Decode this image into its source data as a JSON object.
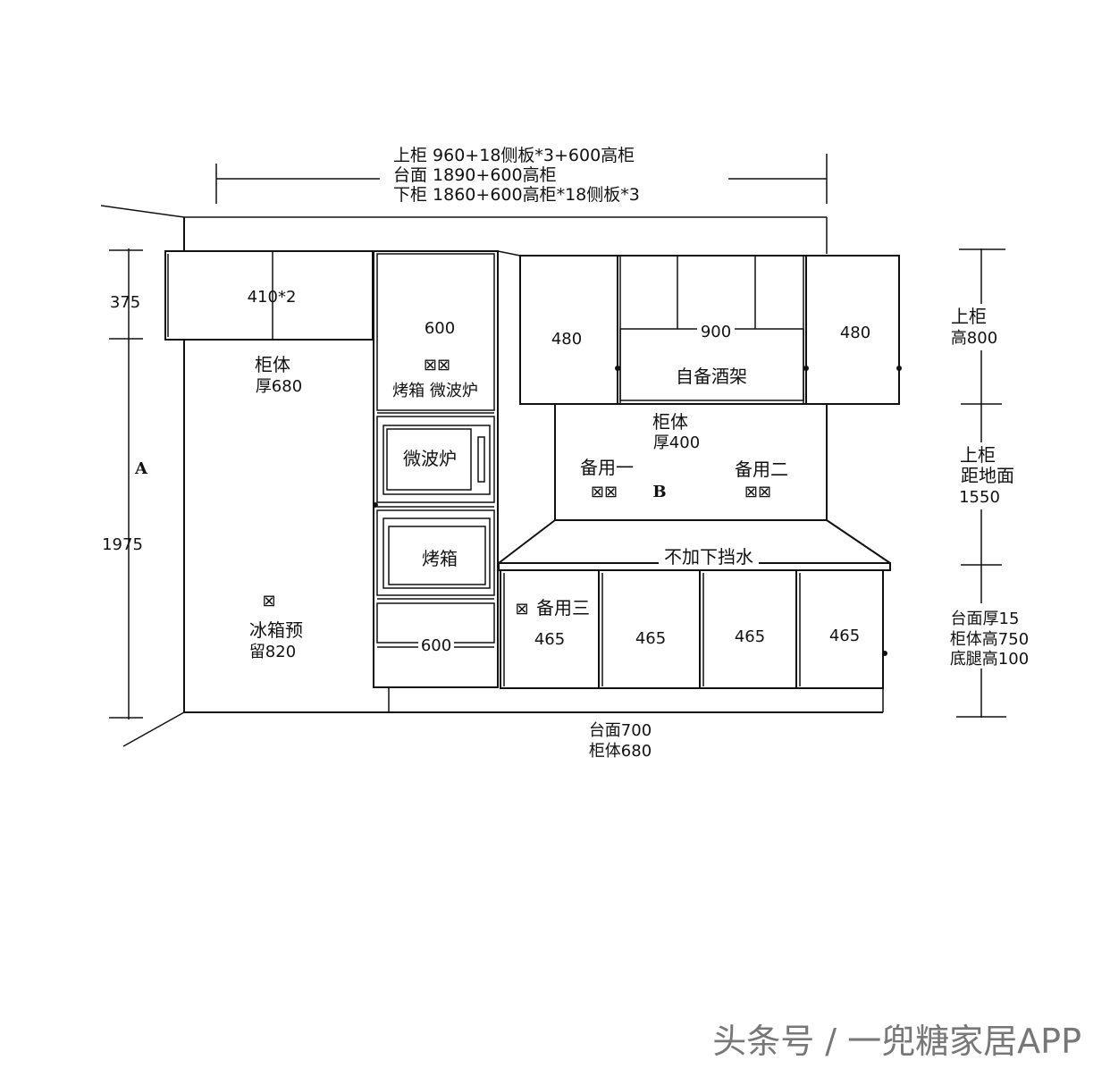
{
  "top_notes": {
    "line1": "上柜  960+18侧板*3+600高柜",
    "line2": "台面  1890+600高柜",
    "line3": "下柜  1860+600高柜*18侧板*3"
  },
  "left_dims": {
    "upper": "375",
    "total": "1975",
    "marker_a": "A"
  },
  "left_cabinet": {
    "upper_size": "410*2",
    "body_line1": "柜体",
    "body_line2": "厚680",
    "fridge_symbol": "⊠",
    "fridge_line1": "冰箱预",
    "fridge_line2": "留820"
  },
  "tall_cabinet": {
    "top_width": "600",
    "socket_symbol": "⊠⊠",
    "socket_label": "烤箱 微波炉",
    "microwave": "微波炉",
    "oven": "烤箱",
    "drawer_width": "600"
  },
  "upper_cabinets": {
    "left_width": "480",
    "middle_width": "900",
    "wine_rack": "自备酒架",
    "right_width": "480"
  },
  "backsplash": {
    "body_line1": "柜体",
    "body_line2": "厚400",
    "spare1": "备用一",
    "spare1_symbol": "⊠⊠",
    "marker_b": "B",
    "spare2": "备用二",
    "spare2_symbol": "⊠⊠"
  },
  "countertop": {
    "note": "不加下挡水"
  },
  "base_cabinets": {
    "spare3_symbol": "⊠",
    "spare3": "备用三",
    "widths": [
      "465",
      "465",
      "465",
      "465"
    ]
  },
  "right_dims": {
    "upper_line1": "上柜",
    "upper_line2": "高800",
    "height_line1": "上柜",
    "height_line2": "距地面",
    "height_line3": "1550",
    "base_line1": "台面厚15",
    "base_line2": "柜体高750",
    "base_line3": "底腿高100"
  },
  "bottom_notes": {
    "line1": "台面700",
    "line2": "柜体680"
  },
  "watermark": "头条号 / 一兜糖家居APP"
}
